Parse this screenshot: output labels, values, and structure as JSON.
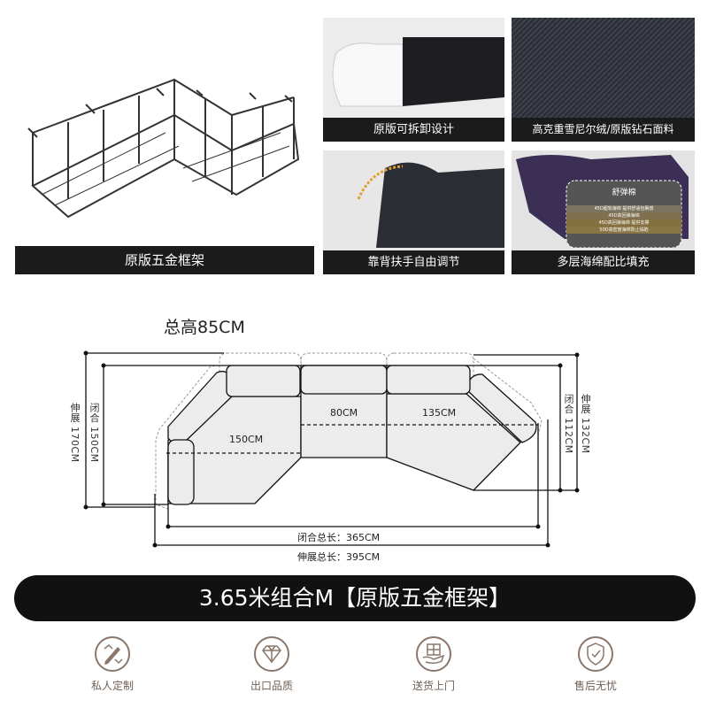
{
  "gallery": {
    "frame_caption": "原版五金框架",
    "detachable_caption": "原版可拆卸设计",
    "fabric_caption": "高克重雪尼尔绒/原版钻石面料",
    "adjustable_caption": "靠背扶手自由调节",
    "sponge_caption": "多层海绵配比填充",
    "sponge_layers": [
      "舒弹棉",
      "45D超软海绵 提供舒适包裹感",
      "45D高回弹海绵",
      "45D高回弹海绵 提供支撑",
      "50D高密度海绵防止塌陷"
    ]
  },
  "dimensions": {
    "total_height": "总高85CM",
    "left_expanded": "伸展 170CM",
    "left_closed": "闭合 150CM",
    "right_closed": "闭合 112CM",
    "right_expanded": "伸展 132CM",
    "seat_left": "150CM",
    "seat_middle": "80CM",
    "seat_right": "135CM",
    "closed_length": "闭合总长：365CM",
    "expanded_length": "伸展总长：395CM"
  },
  "banner": {
    "title": "3.65米组合M【原版五金框架】"
  },
  "features": [
    {
      "label": "私人定制",
      "icon": "pencil-ruler-icon"
    },
    {
      "label": "出口品质",
      "icon": "diamond-icon"
    },
    {
      "label": "送货上门",
      "icon": "delivery-hand-box-icon"
    },
    {
      "label": "售后无忧",
      "icon": "shield-check-icon"
    }
  ],
  "colors": {
    "caption_bg": "#1b1b1b",
    "feature_brown": "#8a766b",
    "sofa_fill": "#ececec"
  }
}
